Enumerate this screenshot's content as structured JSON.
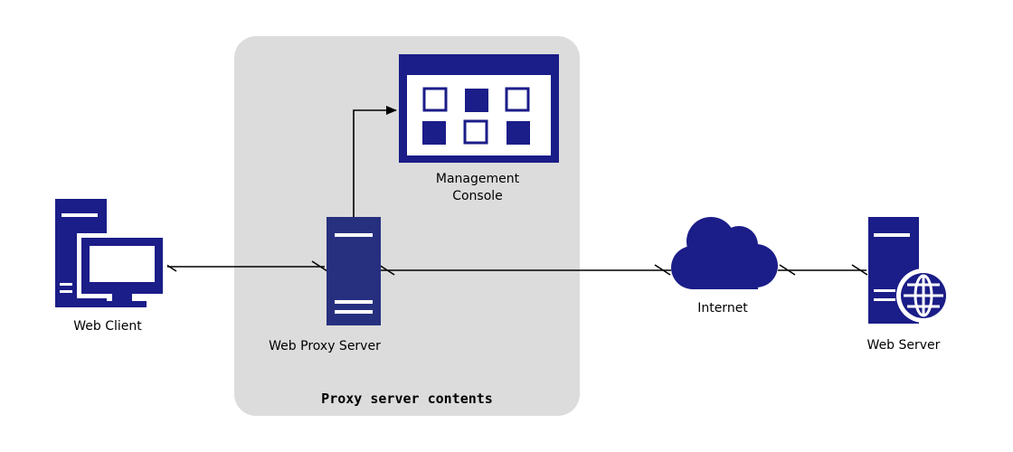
{
  "group": {
    "label": "Proxy server contents"
  },
  "nodes": {
    "web_client": {
      "label": "Web Client",
      "icon": "desktop-computer-icon"
    },
    "proxy_server": {
      "label": "Web Proxy Server",
      "icon": "server-icon"
    },
    "management_console": {
      "label_line1": "Management",
      "label_line2": "Console",
      "icon": "dashboard-window-icon"
    },
    "internet": {
      "label": "Internet",
      "icon": "cloud-icon"
    },
    "web_server": {
      "label": "Web Server",
      "icon": "web-server-globe-icon"
    }
  },
  "colors": {
    "icon_primary": "#1b1d88",
    "icon_proxy": "#27307f",
    "group_background": "#dcdcdc",
    "connector": "#000000"
  }
}
